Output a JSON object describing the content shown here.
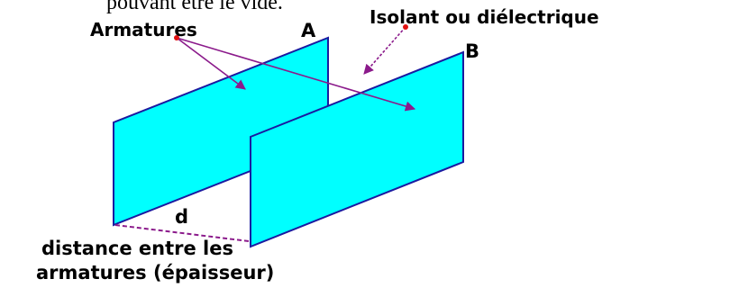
{
  "diagram": {
    "top_partial_text": "pouvant être le vide.",
    "label_armatures": "Armatures",
    "label_plate_a": "A",
    "label_plate_b": "B",
    "label_isolant": "Isolant ou diélectrique",
    "label_distance_symbol": "d",
    "caption_line_1": "distance entre les",
    "caption_line_2": "armatures (épaisseur)",
    "colors": {
      "plate_fill": "#00FFFF",
      "plate_edge": "#1a1aa0",
      "arrow": "#8B1A8B",
      "dashed": "#8B1A8B",
      "dot": "#E01010"
    }
  }
}
